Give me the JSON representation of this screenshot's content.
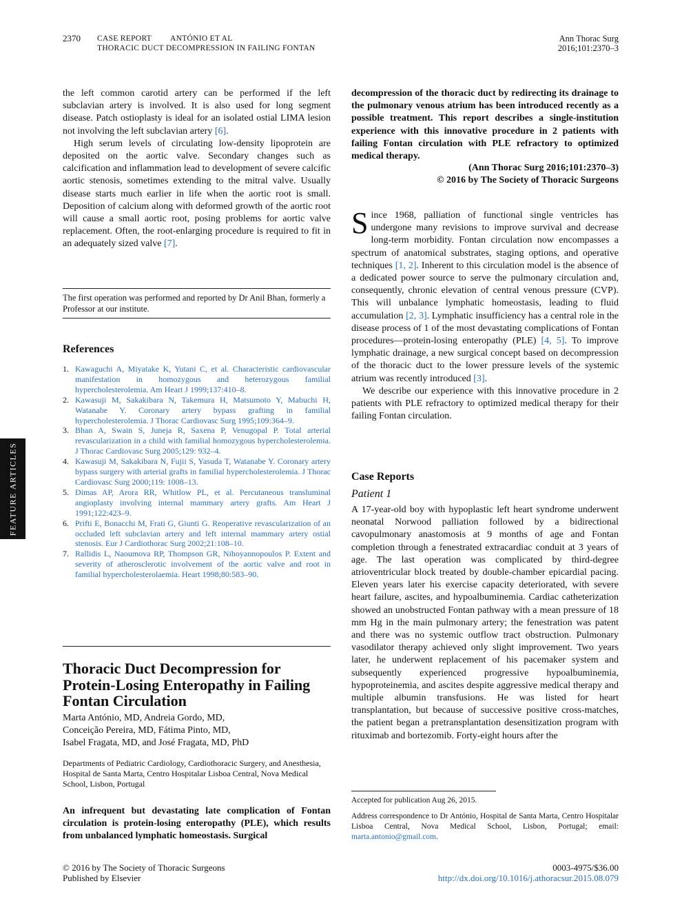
{
  "header": {
    "page_number": "2370",
    "section": "CASE REPORT",
    "authors_short": "ANTÓNIO ET AL",
    "running_title": "THORACIC DUCT DECOMPRESSION IN FAILING FONTAN",
    "journal": "Ann Thorac Surg",
    "citation": "2016;101:2370–3"
  },
  "side_tab": "FEATURE ARTICLES",
  "prev_article": {
    "p1": [
      "the left common carotid artery can be performed if the left subclavian artery is involved. It is also used for long segment disease. Patch ostioplasty is ideal for an isolated ostial LIMA lesion not involving the left subclavian artery ",
      "[6]",
      "."
    ],
    "p2": [
      "High serum levels of circulating low-density lipoprotein are deposited on the aortic valve. Secondary changes such as calcification and inflammation lead to development of severe calcific aortic stenosis, sometimes extending to the mitral valve. Usually disease starts much earlier in life when the aortic root is small. Deposition of calcium along with deformed growth of the aortic root will cause a small aortic root, posing problems for aortic valve replacement. Often, the root-enlarging procedure is required to fit in an adequately sized valve ",
      "[7]",
      "."
    ],
    "footnote": "The first operation was performed and reported by Dr Anil Bhan, formerly a Professor at our institute."
  },
  "references": {
    "heading": "References",
    "items": [
      {
        "num": "1.",
        "text": "Kawaguchi A, Miyatake K, Yutani C, et al. Characteristic cardiovascular manifestation in homozygous and heterozygous familial hypercholesterolemia. Am Heart J 1999;137:410–8."
      },
      {
        "num": "2.",
        "text": "Kawasuji M, Sakakibara N, Takemura H, Matsumoto Y, Mabuchi H, Watanabe Y. Coronary artery bypass grafting in familial hypercholesterolemia. J Thorac Cardiovasc Surg 1995;109:364–9."
      },
      {
        "num": "3.",
        "text": "Bhan A, Swain S, Juneja R, Saxena P, Venugopal P. Total arterial revascularization in a child with familial homozygous hypercholesterolemia. J Thorac Cardiovasc Surg 2005;129: 932–4."
      },
      {
        "num": "4.",
        "text": "Kawasuji M, Sakakibara N, Fujii S, Yasuda T, Watanabe Y. Coronary artery bypass surgery with arterial grafts in familial hypercholesterolemia. J Thorac Cardiovasc Surg 2000;119: 1008–13."
      },
      {
        "num": "5.",
        "text": "Dimas AP, Arora RR, Whitlow PL, et al. Percutaneous transluminal angioplasty involving internal mammary artery grafts. Am Heart J 1991;122:423–9."
      },
      {
        "num": "6.",
        "text": "Prifti E, Bonacchi M, Frati G, Giunti G. Reoperative revascularization of an occluded left subclavian artery and left internal mammary artery ostial stenosis. Eur J Cardiothorac Surg 2002;21:108–10."
      },
      {
        "num": "7.",
        "text": "Rallidis L, Naoumova RP, Thompson GR, Nihoyannopoulos P. Extent and severity of atherosclerotic involvement of the aortic valve and root in familial hypercholesterolaemia. Heart 1998;80:583–90."
      }
    ]
  },
  "article": {
    "title": "Thoracic Duct Decompression for Protein-Losing Enteropathy in Failing Fontan Circulation",
    "authors": [
      "Marta António, MD, Andreia Gordo, MD,",
      "Conceição Pereira, MD, Fátima Pinto, MD,",
      "Isabel Fragata, MD, and José Fragata, MD, PhD"
    ],
    "affiliation": "Departments of Pediatric Cardiology, Cardiothoracic Surgery, and Anesthesia, Hospital de Santa Marta, Centro Hospitalar Lisboa Central, Nova Medical School, Lisbon, Portugal",
    "abstract_part1": "An infrequent but devastating late complication of Fontan circulation is protein-losing enteropathy (PLE), which results from unbalanced lymphatic homeostasis. Surgical",
    "abstract_part2": "decompression of the thoracic duct by redirecting its drainage to the pulmonary venous atrium has been introduced recently as a possible treatment. This report describes a single-institution experience with this innovative procedure in 2 patients with failing Fontan circulation with PLE refractory to optimized medical therapy.",
    "abstract_citation": "(Ann Thorac Surg 2016;101:2370–3)",
    "abstract_copyright": "© 2016 by The Society of Thoracic Surgeons",
    "intro_dropcap": "S",
    "intro_p1": [
      "ince 1968, palliation of functional single ventricles has undergone many revisions to improve survival and decrease long-term morbidity. Fontan circulation now encompasses a spectrum of anatomical substrates, staging options, and operative techniques ",
      "[1, 2]",
      ". Inherent to this circulation model is the absence of a dedicated power source to serve the pulmonary circulation and, consequently, chronic elevation of central venous pressure (CVP). This will unbalance lymphatic homeostasis, leading to fluid accumulation ",
      "[2, 3]",
      ". Lymphatic insufficiency has a central role in the disease process of 1 of the most devastating complications of Fontan procedures—protein-losing enteropathy (PLE) ",
      "[4, 5]",
      ". To improve lymphatic drainage, a new surgical concept based on decompression of the thoracic duct to the lower pressure levels of the systemic atrium was recently introduced ",
      "[3]",
      "."
    ],
    "intro_p2": "We describe our experience with this innovative procedure in 2 patients with PLE refractory to optimized medical therapy for their failing Fontan circulation.",
    "case_heading": "Case Reports",
    "patient_heading": "Patient 1",
    "patient_p1": "A 17-year-old boy with hypoplastic left heart syndrome underwent neonatal Norwood palliation followed by a bidirectional cavopulmonary anastomosis at 9 months of age and Fontan completion through a fenestrated extracardiac conduit at 3 years of age. The last operation was complicated by third-degree atrioventricular block treated by double-chamber epicardial pacing. Eleven years later his exercise capacity deteriorated, with severe heart failure, ascites, and hypoalbuminemia. Cardiac catheterization showed an unobstructed Fontan pathway with a mean pressure of 18 mm Hg in the main pulmonary artery; the fenestration was patent and there was no systemic outflow tract obstruction. Pulmonary vasodilator therapy achieved only slight improvement. Two years later, he underwent replacement of his pacemaker system and subsequently experienced progressive hypoalbuminemia, hypoproteinemia, and ascites despite aggressive medical therapy and multiple albumin transfusions. He was listed for heart transplantation, but because of successive positive cross-matches, the patient began a pretransplantation desensitization program with rituximab and bortezomib. Forty-eight hours after the",
    "accepted": "Accepted for publication Aug 26, 2015.",
    "correspondence": "Address correspondence to Dr António, Hospital de Santa Marta, Centro Hospitalar Lisboa Central, Nova Medical School, Lisbon, Portugal; email: ",
    "email": "marta.antonio@gmail.com",
    "email_end": "."
  },
  "footer": {
    "copyright": "© 2016 by The Society of Thoracic Surgeons",
    "publisher": "Published by Elsevier",
    "issn": "0003-4975/$36.00",
    "doi": "http://dx.doi.org/10.1016/j.athoracsur.2015.08.079"
  }
}
